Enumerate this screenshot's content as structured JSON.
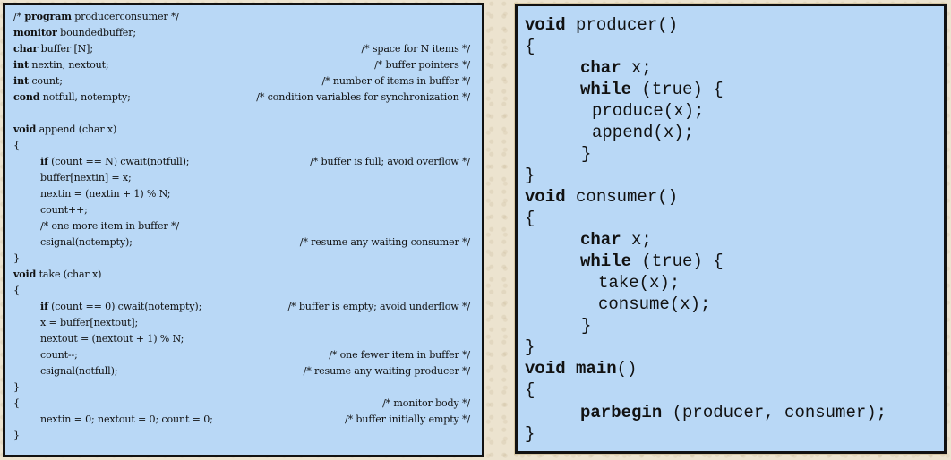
{
  "left_code": {
    "lines": [
      {
        "kw": "",
        "code": "/* ",
        "kw2": "program",
        "tail": " producerconsumer */",
        "comment": ""
      },
      {
        "kw": "monitor",
        "code": " boundedbuffer;",
        "comment": ""
      },
      {
        "kw": "char",
        "code": " buffer [N];",
        "comment": "/* space for N items */"
      },
      {
        "kw": "int",
        "code": " nextin, nextout;",
        "comment": "/* buffer pointers */"
      },
      {
        "kw": "int",
        "code": " count;",
        "comment": "/* number of items in buffer */"
      },
      {
        "kw": "cond",
        "code": " notfull, notempty;",
        "comment": "/* condition variables for synchronization */"
      },
      {
        "kw": "",
        "code": "",
        "comment": ""
      },
      {
        "kw": "void",
        "code": " append (char x)",
        "comment": ""
      },
      {
        "kw": "",
        "code": "{",
        "comment": ""
      },
      {
        "kw": "if",
        "code": " (count == N) cwait(notfull);",
        "comment": "/* buffer is full; avoid overflow */"
      },
      {
        "kw": "",
        "code": "buffer[nextin] = x;",
        "comment": ""
      },
      {
        "kw": "",
        "code": "nextin = (nextin + 1) % N;",
        "comment": ""
      },
      {
        "kw": "",
        "code": "count++;",
        "comment": ""
      },
      {
        "kw": "",
        "code": "/* one more item in buffer */",
        "comment": ""
      },
      {
        "kw": "",
        "code": "csignal(notempty);",
        "comment": "/* resume any waiting consumer */"
      },
      {
        "kw": "",
        "code": "}",
        "comment": ""
      },
      {
        "kw": "void",
        "code": " take (char x)",
        "comment": ""
      },
      {
        "kw": "",
        "code": "{",
        "comment": ""
      },
      {
        "kw": "if",
        "code": " (count == 0) cwait(notempty);",
        "comment": "/* buffer is empty; avoid underflow */"
      },
      {
        "kw": "",
        "code": "x = buffer[nextout];",
        "comment": ""
      },
      {
        "kw": "",
        "code": "nextout = (nextout + 1) % N;",
        "comment": ""
      },
      {
        "kw": "",
        "code": "count--;",
        "comment": "/* one fewer item in buffer */"
      },
      {
        "kw": "",
        "code": "csignal(notfull);",
        "comment": "/* resume any waiting producer */"
      },
      {
        "kw": "",
        "code": "}",
        "comment": ""
      },
      {
        "kw": "",
        "code": "{",
        "comment": "/* monitor body */"
      },
      {
        "kw": "",
        "code": "nextin = 0; nextout = 0; count = 0;",
        "comment": "/* buffer initially empty */"
      },
      {
        "kw": "",
        "code": "}",
        "comment": ""
      }
    ]
  },
  "right_code": {
    "lines": [
      {
        "kw": "void",
        "code": " producer()"
      },
      {
        "kw": "",
        "code": "{"
      },
      {
        "kw": "char",
        "code": " x;"
      },
      {
        "kw": "while",
        "code": " (true) {"
      },
      {
        "kw": "",
        "code": "produce(x);"
      },
      {
        "kw": "",
        "code": "append(x);"
      },
      {
        "kw": "",
        "code": "}"
      },
      {
        "kw": "",
        "code": "}"
      },
      {
        "kw": "void",
        "code": " consumer()"
      },
      {
        "kw": "",
        "code": "{"
      },
      {
        "kw": "char",
        "code": " x;"
      },
      {
        "kw": "while",
        "code": " (true) {"
      },
      {
        "kw": "",
        "code": "take(x);"
      },
      {
        "kw": "",
        "code": "consume(x);"
      },
      {
        "kw": "",
        "code": "}"
      },
      {
        "kw": "",
        "code": "}"
      },
      {
        "kw": "void main",
        "code": "()"
      },
      {
        "kw": "",
        "code": "{"
      },
      {
        "kw": "parbegin",
        "code": " (producer, consumer);"
      },
      {
        "kw": "",
        "code": "}"
      }
    ]
  }
}
